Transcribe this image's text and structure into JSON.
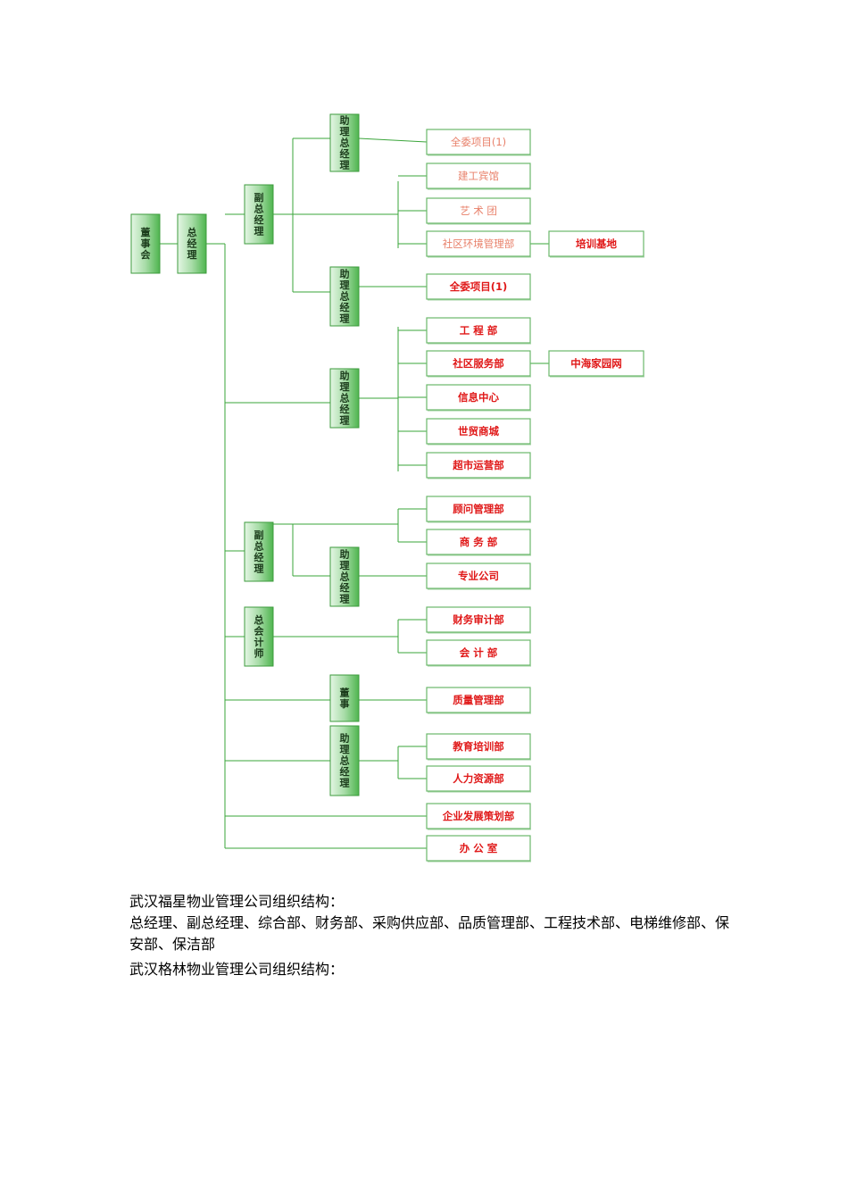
{
  "org_chart": {
    "root": {
      "label": "董事会"
    },
    "gm": {
      "label": "总经理"
    },
    "vp1": {
      "label": "副总经理"
    },
    "agm1": {
      "label": "助理总经理",
      "child": "全委项目(1)"
    },
    "vp1_children": [
      {
        "label": "建工宾馆"
      },
      {
        "label": "艺 术 团"
      },
      {
        "label": "社区环境管理部",
        "extra": "培训基地"
      }
    ],
    "agm2": {
      "label": "助理总经理",
      "child": "全委项目(1)"
    },
    "agm3": {
      "label": "助理总经理",
      "children": [
        {
          "label": "工 程 部"
        },
        {
          "label": "社区服务部",
          "extra": "中海家园网"
        },
        {
          "label": "信息中心"
        },
        {
          "label": "世贸商城"
        },
        {
          "label": "超市运营部"
        }
      ]
    },
    "vp2": {
      "label": "副总经理",
      "children": [
        {
          "label": "顾问管理部"
        },
        {
          "label": "商 务 部"
        }
      ]
    },
    "agm4": {
      "label": "助理总经理",
      "child": "专业公司"
    },
    "cfo": {
      "label": "总会计师",
      "children": [
        {
          "label": "财务审计部"
        },
        {
          "label": "会 计 部"
        }
      ]
    },
    "director": {
      "label": "董事",
      "child": "质量管理部"
    },
    "agm5": {
      "label": "助理总经理",
      "children": [
        {
          "label": "教育培训部"
        },
        {
          "label": "人力资源部"
        }
      ]
    },
    "gm_direct": [
      {
        "label": "企业发展策划部"
      },
      {
        "label": "办 公 室"
      }
    ],
    "colors": {
      "node_fill_top": "#c8ecc8",
      "node_fill_bottom": "#5cbf5c",
      "line": "#3aa53a",
      "leaf_border": "#6ab86a",
      "leaf_text_light": "#e8806a",
      "leaf_text_bold": "#e01818"
    }
  },
  "text": {
    "line1": "武汉福星物业管理公司组织结构：",
    "line2": "总经理、副总经理、综合部、财务部、采购供应部、品质管理部、工程技术部、电梯维修部、保安部、保洁部",
    "line3": "武汉格林物业管理公司组织结构："
  }
}
